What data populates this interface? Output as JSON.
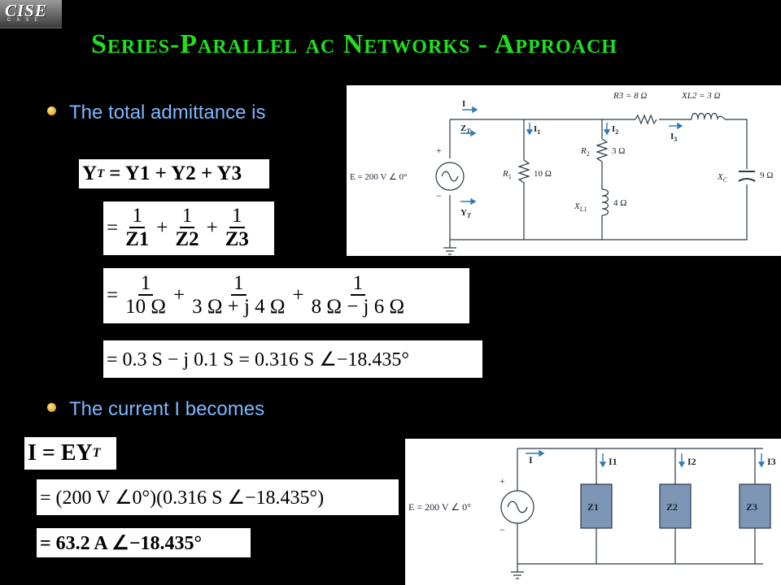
{
  "logo": {
    "text": "CISE",
    "sub": "CASE"
  },
  "slide": {
    "title": "Series-Parallel ac Networks - Approach"
  },
  "bullets": {
    "first": "The total admittance is",
    "second": "The current I becomes"
  },
  "equations": {
    "yt": {
      "lhs": "Y",
      "lhs_sub": "T",
      "rhs": "= Y1 + Y2 + Y3"
    },
    "fractions_z": {
      "num": "1",
      "den1": "Z1",
      "den2": "Z2",
      "den3": "Z3"
    },
    "fractions_values": {
      "num": "1",
      "den1": "10 Ω",
      "den2": "3 Ω + j 4 Ω",
      "den3": "8 Ω − j 6 Ω"
    },
    "yt_result": "= 0.3 S − j 0.1 S = 0.316 S ∠−18.435°",
    "i_lhs": "I = EY",
    "i_lhs_sub": "T",
    "i_mult": "= (200 V ∠0°)(0.316 S ∠−18.435°)",
    "i_result": "= 63.2 A ∠−18.435°"
  },
  "circuit1": {
    "source": "E = 200 V ∠ 0°",
    "current_I": "I",
    "zt": "Z",
    "zt_sub": "T",
    "yt": "Y",
    "yt_sub": "T",
    "plus": "+",
    "minus": "−",
    "i1": "I",
    "i1_sub": "1",
    "i2": "I",
    "i2_sub": "2",
    "i3": "I",
    "i3_sub": "3",
    "r1_name": "R",
    "r1_sub": "1",
    "r1_value": "10 Ω",
    "r2_name": "R",
    "r2_sub": "2",
    "r2_value": "3 Ω",
    "xl1_name": "X",
    "xl1_sub": "L1",
    "xl1_value": "4 Ω",
    "r3_label": "R3 = 8 Ω",
    "xl2_label": "XL2 = 3 Ω",
    "xc_name": "X",
    "xc_sub": "C",
    "xc_value": "9 Ω"
  },
  "circuit2": {
    "source": "E = 200 V ∠ 0°",
    "plus": "+",
    "minus": "−",
    "current_I": "I",
    "i1": "I1",
    "i2": "I2",
    "i3": "I3",
    "z1": "Z1",
    "z2": "Z2",
    "z3": "Z3"
  }
}
